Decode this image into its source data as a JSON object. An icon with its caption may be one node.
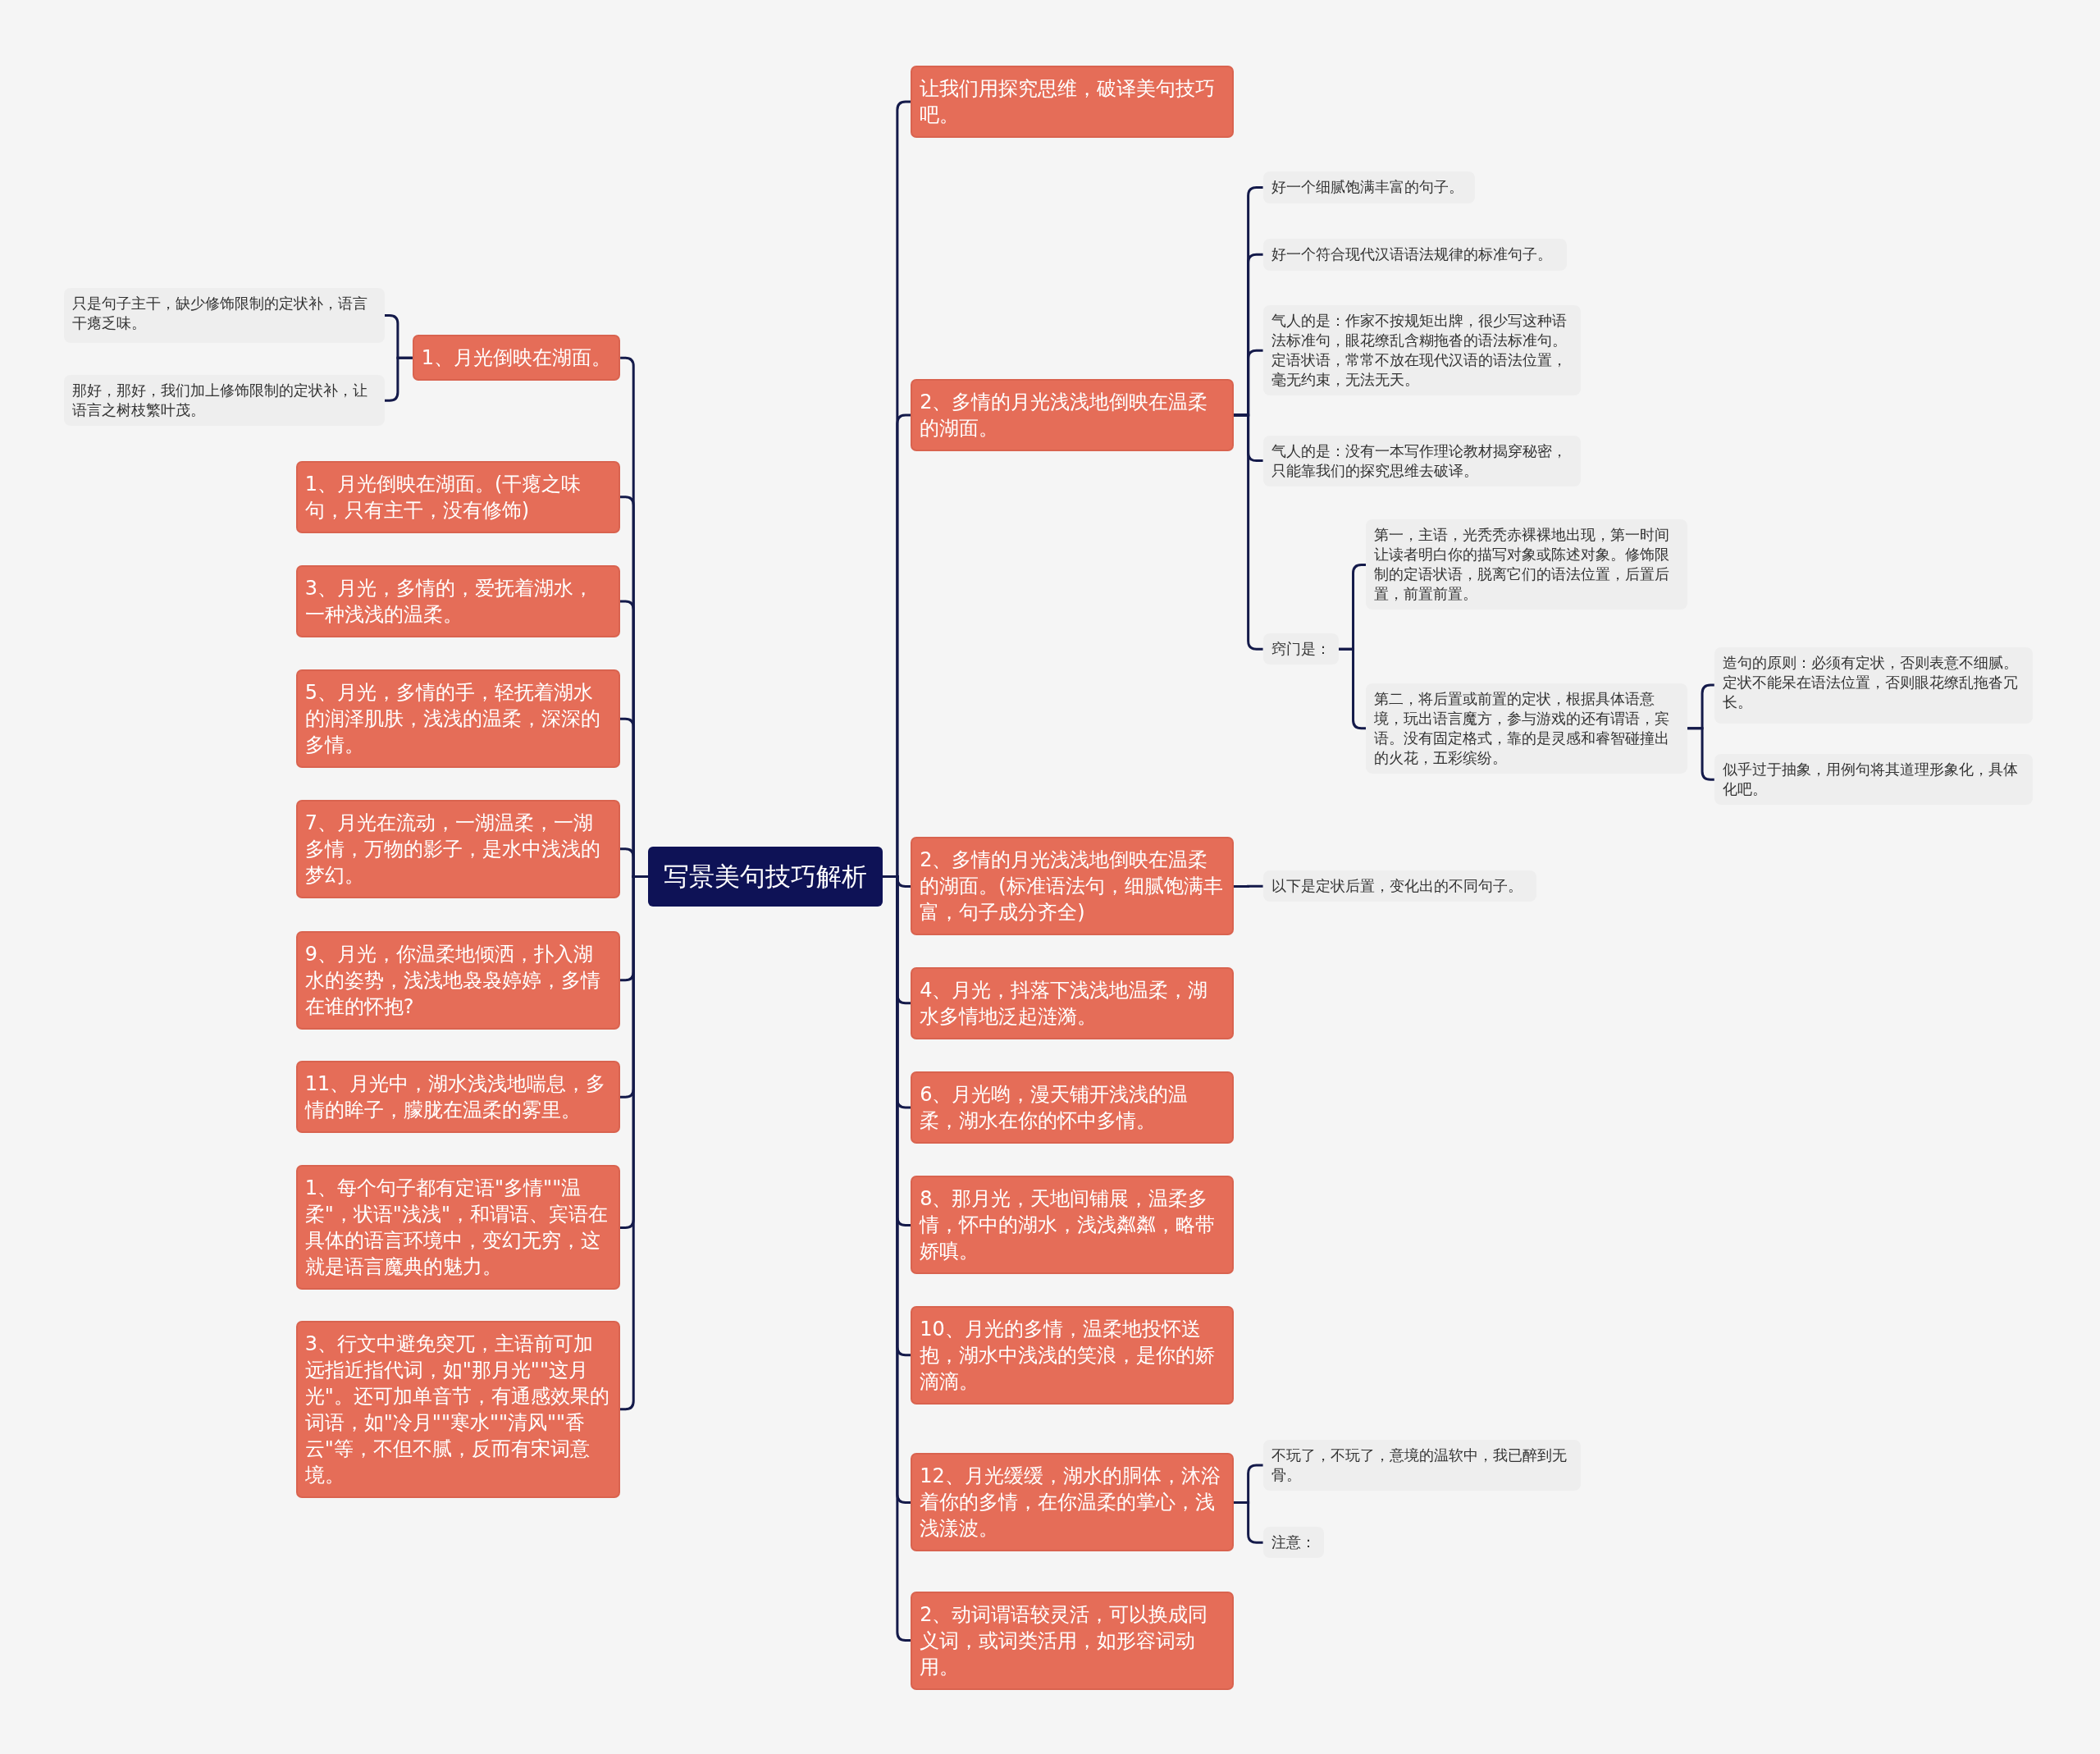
{
  "diagram": {
    "nodes": [
      {
        "text": [
          "写景美句技巧解析"
        ]
      },
      {
        "text": [
          "1、月光倒映在湖面。"
        ]
      },
      {
        "text": [
          "只是句子主干，缺少修饰限制的定状补，语言干瘪乏味。"
        ]
      },
      {
        "text": [
          "那好，那好，我们加上修饰限制的定状补，让语言之树枝繁叶茂。"
        ]
      },
      {
        "text": [
          "1、月光倒映在湖面。(干瘪之味句，只有主干，没有修饰)"
        ]
      },
      {
        "text": [
          "3、月光，多情的，爱抚着湖水，一种浅浅的温柔。"
        ]
      },
      {
        "text": [
          "5、月光，多情的手，轻抚着湖水的润泽肌肤，浅浅的温柔，深深的多情。"
        ]
      },
      {
        "text": [
          "7、月光在流动，一湖温柔，一湖多情，万物的影子，是水中浅浅的梦幻。"
        ]
      },
      {
        "text": [
          "9、月光，你温柔地倾洒，扑入湖水的姿势，浅浅地袅袅婷婷，多情在谁的怀抱?"
        ]
      },
      {
        "text": [
          "11、月光中，湖水浅浅地喘息，多情的眸子，朦胧在温柔的雾里。"
        ]
      },
      {
        "text": [
          "1、每个句子都有定语\"多情\"\"温柔\"，状语\"浅浅\"，和谓语、宾语在具体的语言环境中，变幻无穷，这就是语言魔典的魅力。"
        ]
      },
      {
        "text": [
          "3、行文中避免突兀，主语前可加远指近指代词，如\"那月光\"\"这月光\"。还可加单音节，有通感效果的词语，如\"冷月\"\"寒水\"\"清风\"\"香云\"等，不但不腻，反而有宋词意境。"
        ]
      },
      {
        "text": [
          "让我们用探究思维，破译美句技巧吧。"
        ]
      },
      {
        "text": [
          "2、多情的月光浅浅地倒映在温柔的湖面。"
        ]
      },
      {
        "text": [
          "好一个细腻饱满丰富的句子。"
        ]
      },
      {
        "text": [
          "好一个符合现代汉语语法规律的标准句子。"
        ]
      },
      {
        "text": [
          "气人的是：作家不按规矩出牌，很少写这种语法标准句，眼花缭乱含糊拖沓的语法标准句。定语状语，常常不放在现代汉语的语法位置，毫无约束，无法无天。"
        ]
      },
      {
        "text": [
          "气人的是：没有一本写作理论教材揭穿秘密，只能靠我们的探究思维去破译。"
        ]
      },
      {
        "text": [
          "窍门是："
        ]
      },
      {
        "text": [
          "第一，主语，光秃秃赤裸裸地出现，第一时间让读者明白你的描写对象或陈述对象。修饰限制的定语状语，脱离它们的语法位置，后置后置，前置前置。"
        ]
      },
      {
        "text": [
          "第二，将后置或前置的定状，根据具体语意境，玩出语言魔方，参与游戏的还有谓语，宾语。没有固定格式，靠的是灵感和睿智碰撞出的火花，五彩缤纷。"
        ]
      },
      {
        "text": [
          "造句的原则：必须有定状，否则表意不细腻。定状不能呆在语法位置，否则眼花缭乱拖沓冗长。"
        ]
      },
      {
        "text": [
          "似乎过于抽象，用例句将其道理形象化，具体化吧。"
        ]
      },
      {
        "text": [
          "2、多情的月光浅浅地倒映在温柔的湖面。(标准语法句，细腻饱满丰富，句子成分齐全)"
        ]
      },
      {
        "text": [
          "以下是定状后置，变化出的不同句子。"
        ]
      },
      {
        "text": [
          "4、月光，抖落下浅浅地温柔，湖水多情地泛起涟漪。"
        ]
      },
      {
        "text": [
          "6、月光哟，漫天铺开浅浅的温柔，湖水在你的怀中多情。"
        ]
      },
      {
        "text": [
          "8、那月光，天地间铺展，温柔多情，怀中的湖水，浅浅粼粼，略带娇嗔。"
        ]
      },
      {
        "text": [
          "10、月光的多情，温柔地投怀送抱，湖水中浅浅的笑浪，是你的娇滴滴。"
        ]
      },
      {
        "text": [
          "12、月光缓缓，湖水的胴体，沐浴着你的多情，在你温柔的掌心，浅浅漾波。"
        ]
      },
      {
        "text": [
          "不玩了，不玩了，意境的温软中，我已醉到无骨。"
        ]
      },
      {
        "text": [
          "注意："
        ]
      },
      {
        "text": [
          "2、动词谓语较灵活，可以换成同义词，或词类活用，如形容词动用。"
        ]
      }
    ],
    "edges": [
      {
        "from": 0,
        "to": 1,
        "arrow": "none"
      },
      {
        "from": 1,
        "to": 2,
        "arrow": "none"
      },
      {
        "from": 1,
        "to": 3,
        "arrow": "none"
      },
      {
        "from": 0,
        "to": 4,
        "arrow": "none"
      },
      {
        "from": 0,
        "to": 5,
        "arrow": "none"
      },
      {
        "from": 0,
        "to": 6,
        "arrow": "none"
      },
      {
        "from": 0,
        "to": 7,
        "arrow": "none"
      },
      {
        "from": 0,
        "to": 8,
        "arrow": "none"
      },
      {
        "from": 0,
        "to": 9,
        "arrow": "none"
      },
      {
        "from": 0,
        "to": 10,
        "arrow": "none"
      },
      {
        "from": 0,
        "to": 11,
        "arrow": "none"
      },
      {
        "from": 0,
        "to": 12,
        "arrow": "none"
      },
      {
        "from": 0,
        "to": 13,
        "arrow": "none"
      },
      {
        "from": 13,
        "to": 14,
        "arrow": "none"
      },
      {
        "from": 13,
        "to": 15,
        "arrow": "none"
      },
      {
        "from": 13,
        "to": 16,
        "arrow": "none"
      },
      {
        "from": 13,
        "to": 17,
        "arrow": "none"
      },
      {
        "from": 13,
        "to": 18,
        "arrow": "none"
      },
      {
        "from": 18,
        "to": 19,
        "arrow": "none"
      },
      {
        "from": 18,
        "to": 20,
        "arrow": "none"
      },
      {
        "from": 20,
        "to": 21,
        "arrow": "none"
      },
      {
        "from": 20,
        "to": 22,
        "arrow": "none"
      },
      {
        "from": 0,
        "to": 23,
        "arrow": "none"
      },
      {
        "from": 23,
        "to": 24,
        "arrow": "none"
      },
      {
        "from": 0,
        "to": 25,
        "arrow": "none"
      },
      {
        "from": 0,
        "to": 26,
        "arrow": "none"
      },
      {
        "from": 0,
        "to": 27,
        "arrow": "none"
      },
      {
        "from": 0,
        "to": 28,
        "arrow": "none"
      },
      {
        "from": 0,
        "to": 29,
        "arrow": "none"
      },
      {
        "from": 29,
        "to": 30,
        "arrow": "none"
      },
      {
        "from": 29,
        "to": 31,
        "arrow": "none"
      },
      {
        "from": 0,
        "to": 32,
        "arrow": "none"
      }
    ]
  }
}
